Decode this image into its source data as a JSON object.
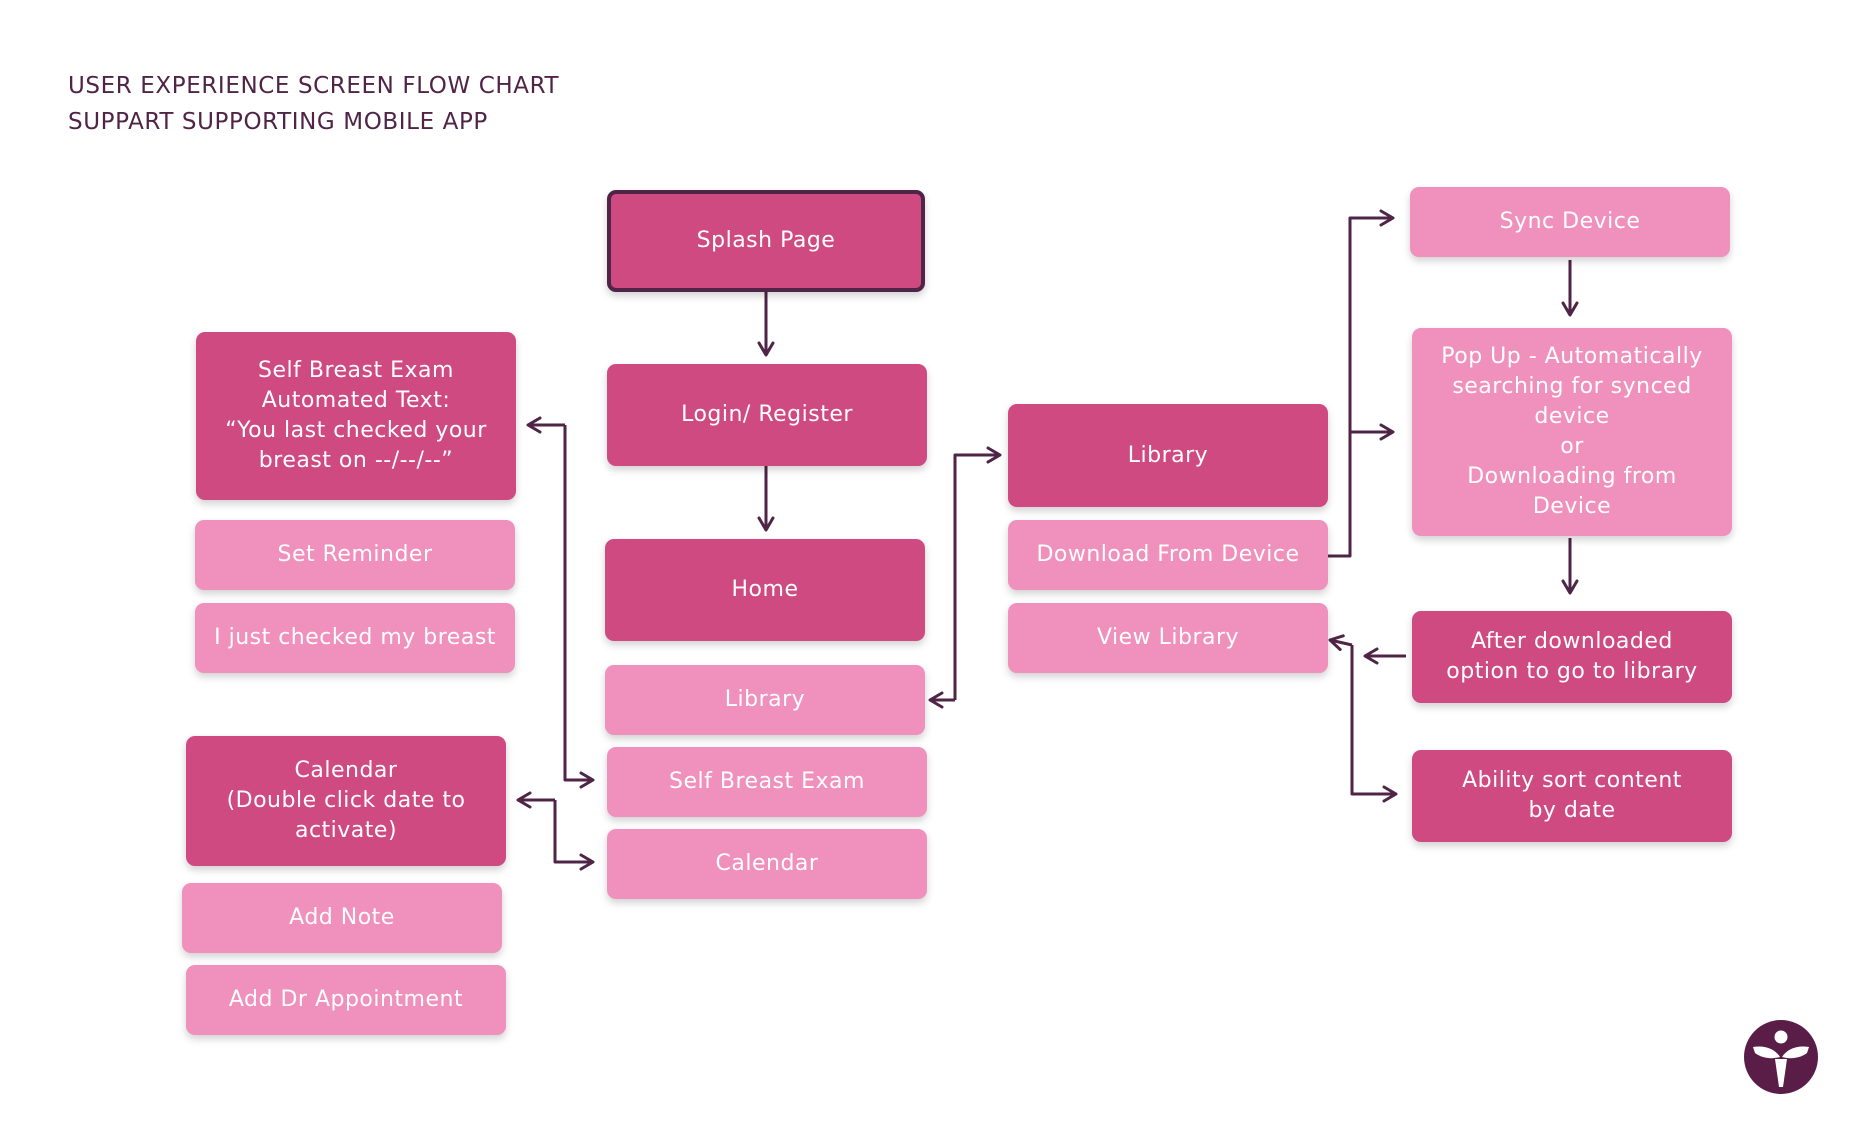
{
  "title": {
    "line1": "USER EXPERIENCE SCREEN FLOW CHART",
    "line2": "SUPPART SUPPORTING MOBILE APP"
  },
  "nodes": {
    "splash": "Splash Page",
    "login": "Login/ Register",
    "home": "Home",
    "home_library": "Library",
    "home_self_exam": "Self Breast Exam",
    "home_calendar": "Calendar",
    "self_exam_text": "Self Breast Exam\nAutomated Text:\n“You last checked your\nbreast on --/--/--”",
    "set_reminder": "Set Reminder",
    "just_checked": "I just checked my breast",
    "calendar_detail": "Calendar\n(Double click date to\nactivate)",
    "add_note": "Add Note",
    "add_appointment": "Add Dr Appointment",
    "library": "Library",
    "download_from_device": "Download From Device",
    "view_library": "View Library",
    "sync_device": "Sync Device",
    "popup": "Pop Up - Automatically\nsearching for synced\ndevice\nor\nDownloading from\nDevice",
    "after_downloaded": "After downloaded\noption to go to library",
    "sort_by_date": "Ability sort content\nby date"
  },
  "colors": {
    "primary_box": "#d04a82",
    "secondary_box": "#f090bc",
    "text_dark": "#4f2447",
    "connector": "#4f2447"
  },
  "logo_icon": "winged-figure-logo"
}
